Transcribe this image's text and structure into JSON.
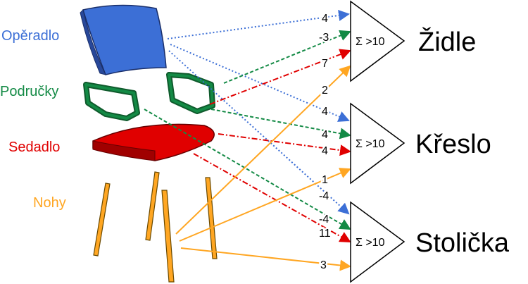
{
  "colors": {
    "backrest": "#3c6fd6",
    "armrests": "#138a45",
    "seat": "#e00000",
    "legs": "#ffa622"
  },
  "inputs": [
    {
      "key": "backrest",
      "label": "Opěradlo"
    },
    {
      "key": "armrests",
      "label": "Područky"
    },
    {
      "key": "seat",
      "label": "Sedadlo"
    },
    {
      "key": "legs",
      "label": "Nohy"
    }
  ],
  "outputs": [
    {
      "label": "Židle",
      "neuron": "Σ >10"
    },
    {
      "label": "Křeslo",
      "neuron": "Σ >10"
    },
    {
      "label": "Stolička",
      "neuron": "Σ >10"
    }
  ],
  "weights": {
    "backrest": [
      "4",
      "4",
      "-4"
    ],
    "armrests": [
      "-3",
      "4",
      "-4"
    ],
    "seat": [
      "7",
      "4",
      "11"
    ],
    "legs": [
      "2",
      "1",
      "3"
    ]
  }
}
